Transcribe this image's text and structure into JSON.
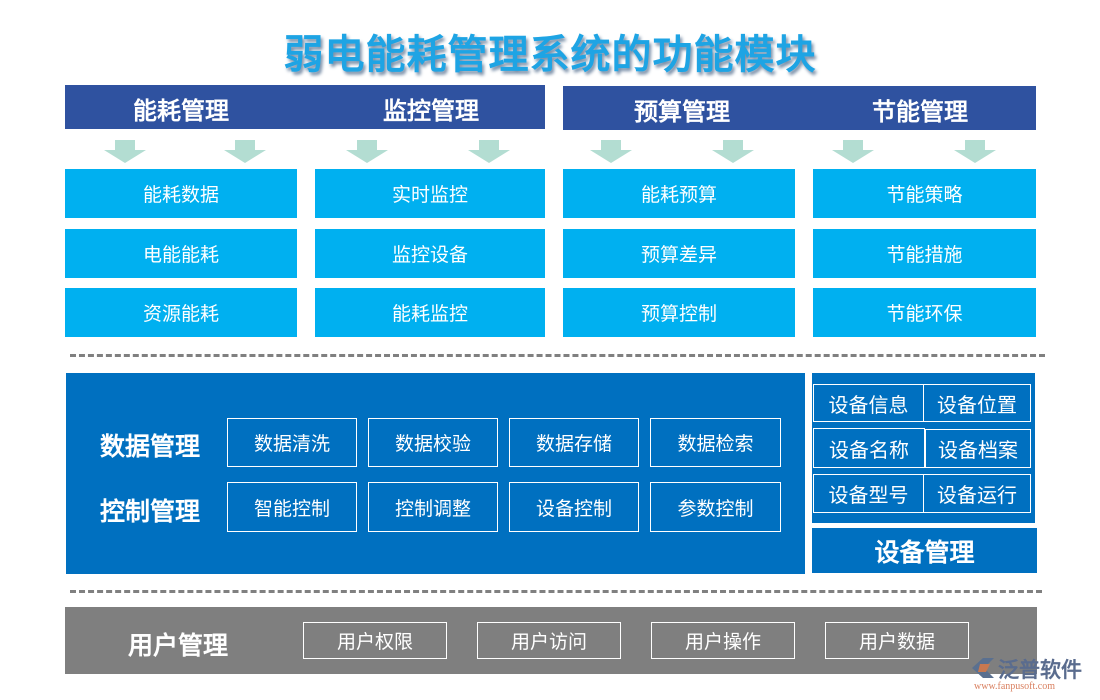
{
  "title": "弱电能耗管理系统的功能模块",
  "top_groups": [
    {
      "label": "能耗管理",
      "items": [
        "能耗数据",
        "电能能耗",
        "资源能耗"
      ]
    },
    {
      "label": "监控管理",
      "items": [
        "实时监控",
        "监控设备",
        "能耗监控"
      ]
    },
    {
      "label": "预算管理",
      "items": [
        "能耗预算",
        "预算差异",
        "预算控制"
      ]
    },
    {
      "label": "节能管理",
      "items": [
        "节能策略",
        "节能措施",
        "节能环保"
      ]
    }
  ],
  "middle": {
    "rows": [
      {
        "label": "数据管理",
        "items": [
          "数据清洗",
          "数据校验",
          "数据存储",
          "数据检索"
        ]
      },
      {
        "label": "控制管理",
        "items": [
          "智能控制",
          "控制调整",
          "设备控制",
          "参数控制"
        ]
      }
    ],
    "device": {
      "label": "设备管理",
      "items": [
        "设备信息",
        "设备位置",
        "设备名称",
        "设备档案",
        "设备型号",
        "设备运行"
      ]
    }
  },
  "user": {
    "label": "用户管理",
    "items": [
      "用户权限",
      "用户访问",
      "用户操作",
      "用户数据"
    ]
  },
  "logo": {
    "name": "泛普软件",
    "url": "www.fanpusoft.com"
  },
  "colors": {
    "header": "#2f52a0",
    "cyan": "#00b0f0",
    "blue": "#0070c0",
    "gray": "#7f7f7f",
    "arrow": "#b3ddd2",
    "title": "#1ea4e4"
  }
}
